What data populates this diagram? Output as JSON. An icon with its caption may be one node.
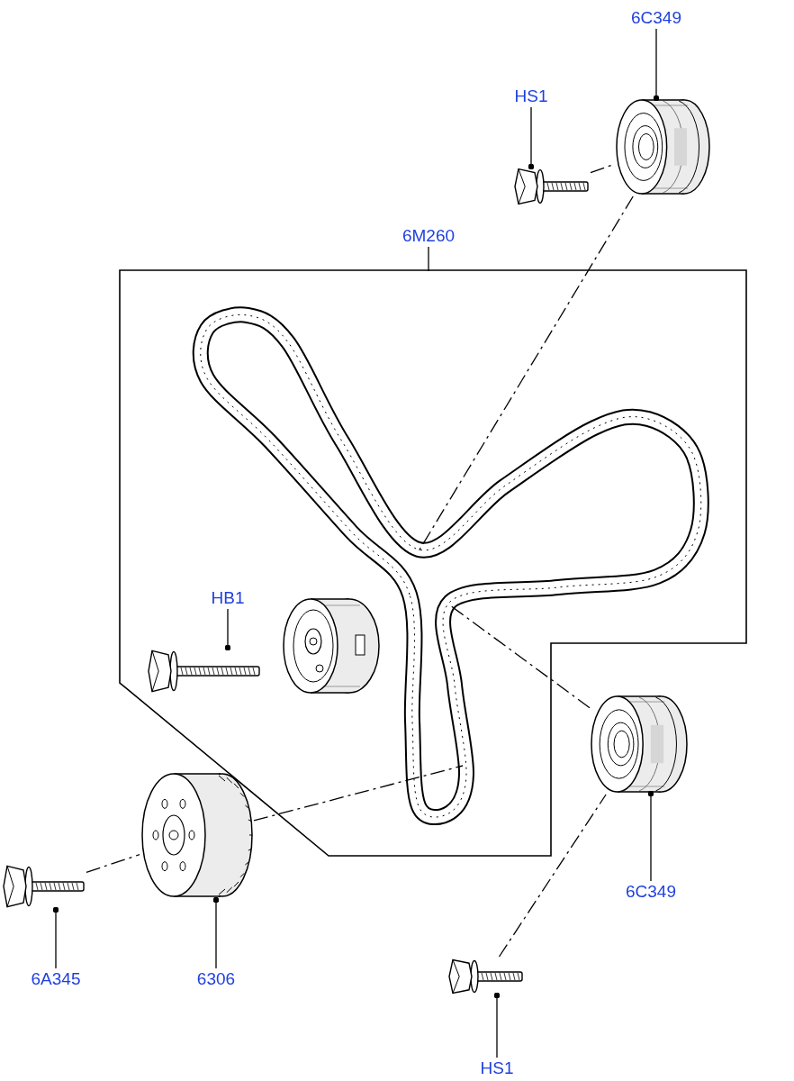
{
  "diagram": {
    "nodes": [
      {
        "text": [
          "6C349"
        ]
      },
      {
        "text": [
          "HS1"
        ]
      },
      {
        "text": [],
        "shape": "picture"
      },
      {
        "text": [],
        "shape": "picture"
      },
      {
        "text": [
          "6M260"
        ]
      },
      {
        "text": [],
        "shape": "box"
      },
      {
        "text": [],
        "shape": "picture",
        "in": 5
      },
      {
        "text": [
          "HB1"
        ],
        "in": 5
      },
      {
        "text": [],
        "shape": "picture",
        "in": 5
      },
      {
        "text": [],
        "shape": "picture",
        "in": 5
      },
      {
        "text": [],
        "shape": "picture"
      },
      {
        "text": [
          "6C349"
        ]
      },
      {
        "text": [],
        "shape": "picture"
      },
      {
        "text": [],
        "shape": "picture"
      },
      {
        "text": [
          "6A345"
        ]
      },
      {
        "text": [
          "6306"
        ]
      },
      {
        "text": [],
        "shape": "picture"
      },
      {
        "text": [
          "HS1"
        ]
      }
    ],
    "edges": [
      {
        "from": 0,
        "to": 2,
        "arrow": "other"
      },
      {
        "from": 1,
        "to": 3,
        "arrow": "other"
      },
      {
        "from": 4,
        "to": 5,
        "arrow": "none"
      },
      {
        "from": 7,
        "to": 8,
        "arrow": "other"
      },
      {
        "from": 11,
        "to": 10,
        "arrow": "other"
      },
      {
        "from": 14,
        "to": 13,
        "arrow": "other"
      },
      {
        "from": 15,
        "to": 12,
        "arrow": "other"
      },
      {
        "from": 17,
        "to": 16,
        "arrow": "other"
      },
      {
        "from": 3,
        "to": 2,
        "arrow": "none",
        "style": "dashed"
      },
      {
        "from": 2,
        "to": 6,
        "arrow": "none",
        "style": "dashed"
      },
      {
        "from": 10,
        "to": 6,
        "arrow": "none",
        "style": "dashed"
      },
      {
        "from": 16,
        "to": 10,
        "arrow": "none",
        "style": "dashed"
      },
      {
        "from": 13,
        "to": 12,
        "arrow": "none",
        "style": "dashed"
      },
      {
        "from": 12,
        "to": 6,
        "arrow": "none",
        "style": "dashed"
      }
    ]
  }
}
